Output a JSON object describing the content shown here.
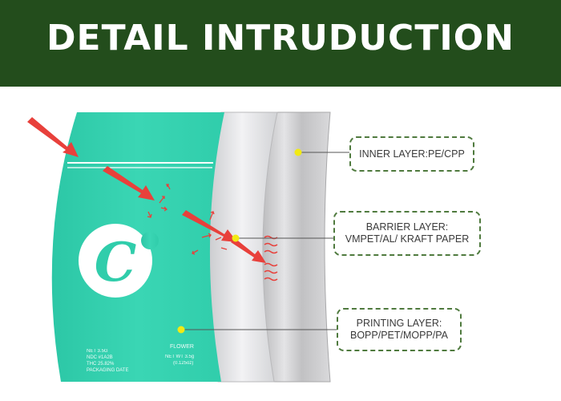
{
  "header": {
    "title": "DETAIL INTRUDUCTION"
  },
  "layers": [
    {
      "id": "inner",
      "lines": [
        "INNER LAYER:PE/CPP"
      ]
    },
    {
      "id": "barrier",
      "lines": [
        "BARRIER LAYER:",
        "VMPET/AL/ KRAFT PAPER"
      ]
    },
    {
      "id": "printing",
      "lines": [
        "PRINTING LAYER:",
        "BOPP/PET/MOPP/PA"
      ]
    }
  ],
  "package": {
    "left_text": [
      "NET 3.5G",
      "NDC #1A2B",
      "THC 25.82%",
      "PACKAGING DATE"
    ],
    "flower_label": "FLOWER",
    "net_weight": "NET WT 3.5g",
    "net_weight_oz": "(0.125oz)"
  },
  "colors": {
    "banner": "#234d1c",
    "pouch_front": "#33d1b0",
    "dot": "#f1ea14",
    "arrow": "#e8403b",
    "box_border": "#4f7a3e"
  }
}
